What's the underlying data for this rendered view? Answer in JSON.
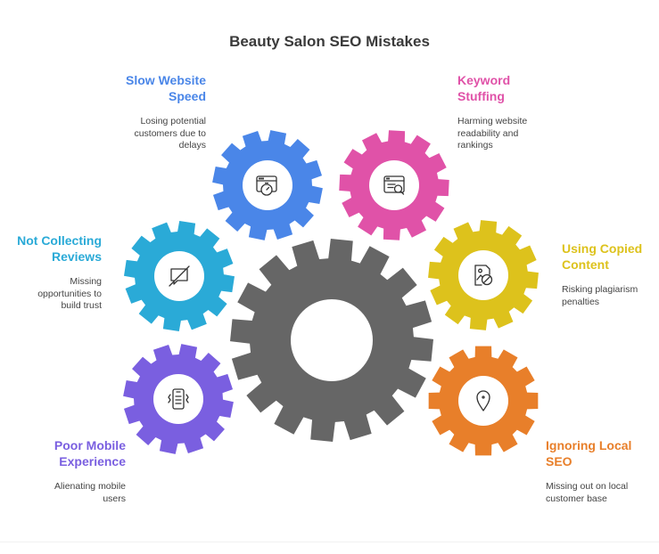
{
  "title": "Beauty Salon SEO Mistakes",
  "gears": {
    "slow_website": {
      "title": "Slow Website\nSpeed",
      "desc": "Losing potential\ncustomers due to\ndelays",
      "color": "#4a86e8",
      "icon": "browser-stopwatch-icon"
    },
    "keyword_stuffing": {
      "title": "Keyword\nStuffing",
      "desc": "Harming website\nreadability and\nrankings",
      "color": "#e052a8",
      "icon": "browser-search-icon"
    },
    "not_collecting_reviews": {
      "title": "Not Collecting\nReviews",
      "desc": "Missing\nopportunities to\nbuild trust",
      "color": "#2aaad7",
      "icon": "no-comment-icon"
    },
    "using_copied_content": {
      "title": "Using Copied\nContent",
      "desc": "Risking plagiarism\npenalties",
      "color": "#ddc21c",
      "icon": "document-forbidden-icon"
    },
    "poor_mobile": {
      "title": "Poor Mobile\nExperience",
      "desc": "Alienating mobile\nusers",
      "color": "#7a5fe0",
      "icon": "mobile-vibrate-icon"
    },
    "ignoring_local": {
      "title": "Ignoring Local\nSEO",
      "desc": "Missing out on local\ncustomer base",
      "color": "#e87f2a",
      "icon": "location-pin-icon"
    }
  },
  "center_gear_color": "#666666"
}
